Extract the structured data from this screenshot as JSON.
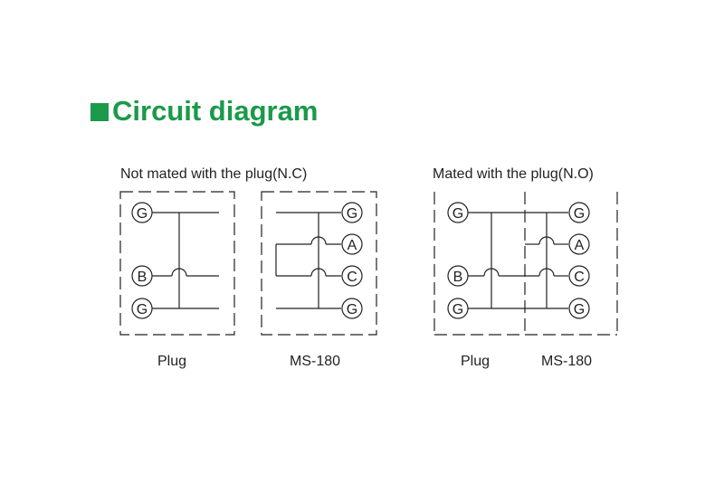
{
  "title": "Circuit diagram",
  "left_diagram": {
    "caption": "Not mated with the plug(N.C)",
    "plug_label": "Plug",
    "device_label": "MS-180",
    "plug_terminals": [
      "G",
      "B",
      "G"
    ],
    "device_terminals": [
      "G",
      "A",
      "C",
      "G"
    ]
  },
  "right_diagram": {
    "caption": "Mated with the plug(N.O)",
    "plug_label": "Plug",
    "device_label": "MS-180",
    "plug_terminals": [
      "G",
      "B",
      "G"
    ],
    "device_terminals": [
      "G",
      "A",
      "C",
      "G"
    ]
  },
  "colors": {
    "accent": "#1a9a4a",
    "line": "#222222"
  }
}
